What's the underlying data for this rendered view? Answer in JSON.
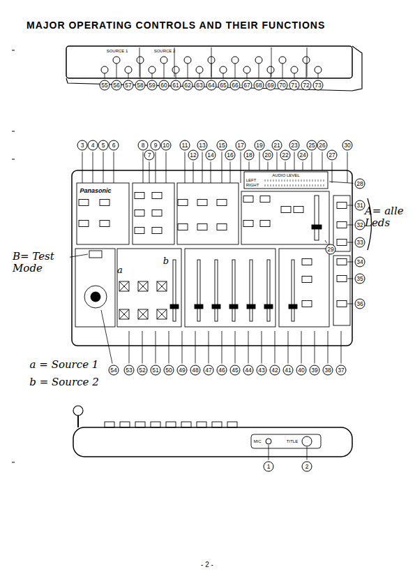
{
  "diagram": {
    "title": "MAJOR OPERATING CONTROLS AND THEIR FUNCTIONS",
    "labels": [
      "55",
      "56",
      "57",
      "58",
      "59",
      "60",
      "61",
      "62",
      "63",
      "64",
      "65",
      "66",
      "67",
      "68",
      "69",
      "70",
      "71",
      "72",
      "73",
      "SOURCE 1",
      "SOURCE 2",
      "3",
      "4",
      "5",
      "6",
      "8",
      "7",
      "9",
      "10",
      "11",
      "12",
      "13",
      "14",
      "15",
      "16",
      "17",
      "18",
      "19",
      "20",
      "21",
      "22",
      "23",
      "24",
      "25",
      "26",
      "27",
      "30",
      "28",
      "29",
      "31",
      "32",
      "33",
      "34",
      "35",
      "36",
      "54",
      "53",
      "52",
      "51",
      "50",
      "49",
      "48",
      "47",
      "46",
      "45",
      "44",
      "43",
      "42",
      "41",
      "40",
      "39",
      "38",
      "37",
      "AUDIO LEVEL",
      "LEFT",
      "RIGHT",
      "Panasonic",
      "MIC",
      "TITLE",
      "1",
      "2",
      "B= Test Mode",
      "A= alle Leds",
      "a = Source 1",
      "b = Source 2",
      "a",
      "b",
      "- 2 -"
    ]
  }
}
